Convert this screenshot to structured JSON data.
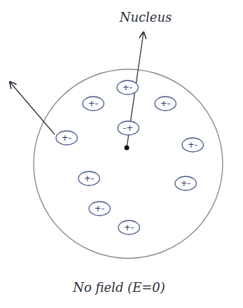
{
  "diagram": {
    "nodes": [
      {
        "text": [
          "+-"
        ]
      },
      {
        "text": [
          "+-"
        ]
      },
      {
        "text": [
          "+-"
        ]
      },
      {
        "text": [
          "+-"
        ]
      },
      {
        "text": [
          "-+"
        ]
      },
      {
        "text": [
          "+-"
        ]
      },
      {
        "text": [
          "+-"
        ]
      },
      {
        "text": [
          "+-"
        ]
      },
      {
        "text": [
          "+-"
        ]
      },
      {
        "text": [
          "+-"
        ]
      }
    ],
    "labels": [
      "Nucleus",
      "No field (E=0)"
    ]
  }
}
